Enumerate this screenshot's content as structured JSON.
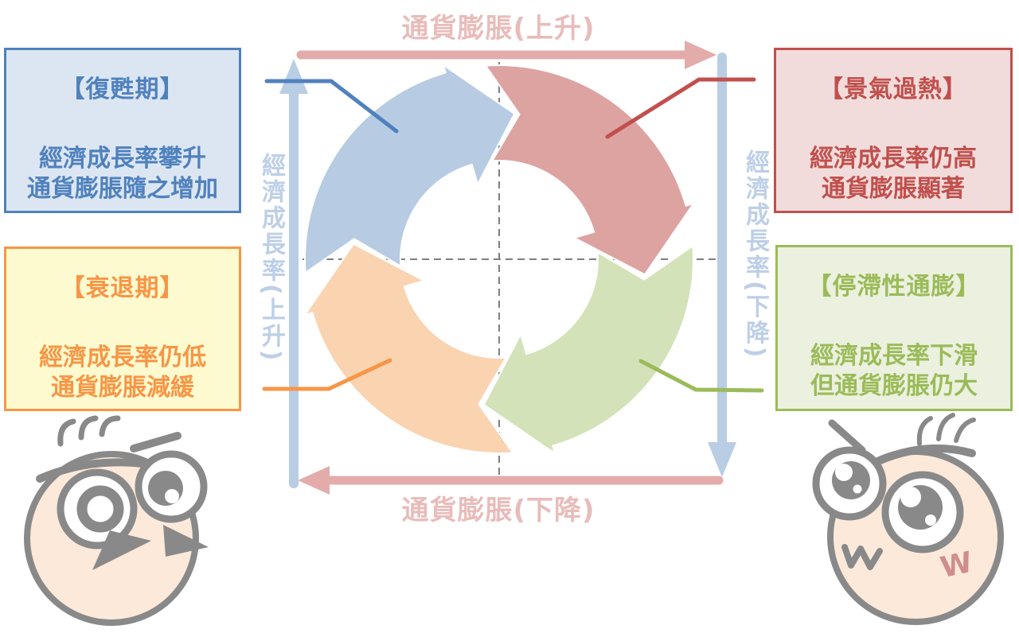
{
  "page": {
    "background": "#FFFFFF"
  },
  "diagram": {
    "axes": {
      "top_label": "通貨膨脹(上升)",
      "bottom_label": "通貨膨脹(下降)",
      "left_label": "經濟成長率(上升)",
      "right_label": "經濟成長率(下降)",
      "inflation_arrow_color": "#E3ACAB",
      "growth_arrow_color": "#B9CDE5",
      "inflation_label_color": "#E8BCBA",
      "growth_label_color": "#BDCFE7",
      "crosshair_color": "#7F7F7F"
    },
    "cycle_segments": [
      {
        "name": "recovery",
        "color": "#B7CBE3"
      },
      {
        "name": "overheating",
        "color": "#DDA3A1"
      },
      {
        "name": "stagflation",
        "color": "#D3E2B8"
      },
      {
        "name": "recession",
        "color": "#FAD3B0"
      }
    ],
    "boxes": {
      "recovery": {
        "title": "【復甦期】",
        "line1": "經濟成長率攀升",
        "line2": "通貨膨脹隨之增加",
        "accent": "#4F81BD",
        "fill": "#DCE6F2"
      },
      "overheating": {
        "title": "【景氣過熱】",
        "line1": "經濟成長率仍高",
        "line2": "通貨膨脹顯著",
        "accent": "#C0504D",
        "fill": "#F2DCDB"
      },
      "recession": {
        "title": "【衰退期】",
        "line1": "經濟成長率仍低",
        "line2": "通貨膨脹減緩",
        "accent": "#F79646",
        "fill": "#FEFACF"
      },
      "stagflation": {
        "title": "【停滯性通膨】",
        "line1": "經濟成長率下滑",
        "line2": "但通貨膨脹仍大",
        "accent": "#9BBB59",
        "fill": "#EBF1DE"
      }
    }
  },
  "mascots": {
    "left_face": "startled-bird-face",
    "right_face": "dizzy-blushing-face",
    "blush_mark": "W",
    "skin_color": "#FCE9DA",
    "outline_color": "#898989",
    "blush_color": "#D18D8B"
  }
}
